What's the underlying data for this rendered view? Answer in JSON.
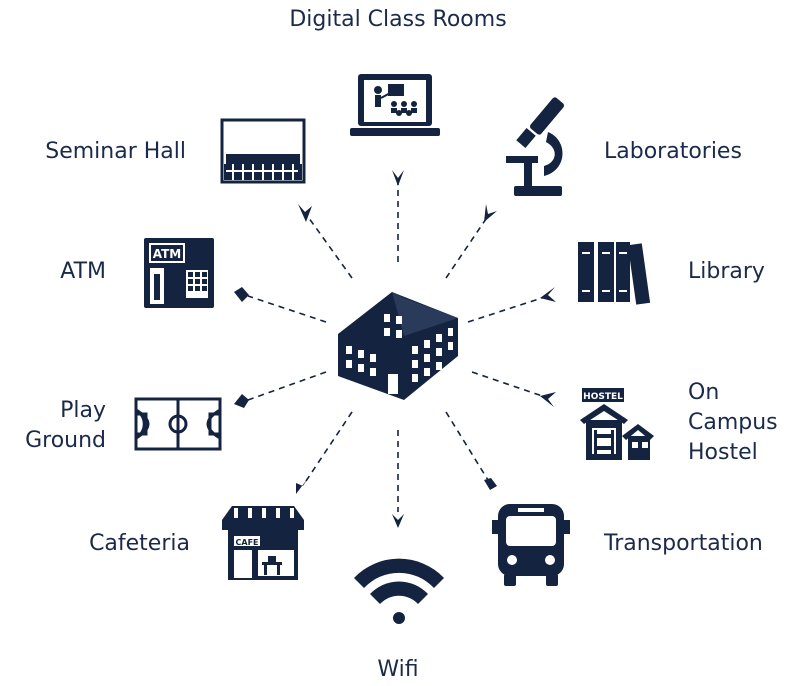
{
  "center": {
    "icon": "campus-building-icon"
  },
  "facilities": [
    {
      "id": "digital",
      "label": "Digital Class Rooms",
      "icon": "presentation-laptop-icon"
    },
    {
      "id": "labs",
      "label": "Laboratories",
      "icon": "microscope-icon"
    },
    {
      "id": "library",
      "label": "Library",
      "icon": "books-icon"
    },
    {
      "id": "hostel",
      "label": "On\nCampus\nHostel",
      "icon": "hostel-icon"
    },
    {
      "id": "transport",
      "label": "Transportation",
      "icon": "bus-icon"
    },
    {
      "id": "wifi",
      "label": "Wifi",
      "icon": "wifi-icon"
    },
    {
      "id": "cafeteria",
      "label": "Cafeteria",
      "icon": "cafe-icon"
    },
    {
      "id": "playground",
      "label": "Play\nGround",
      "icon": "playground-court-icon"
    },
    {
      "id": "atm",
      "label": "ATM",
      "icon": "atm-icon"
    },
    {
      "id": "seminar",
      "label": "Seminar Hall",
      "icon": "seminar-hall-icon"
    }
  ],
  "icon_text": {
    "atm": "ATM",
    "hostel": "HOSTEL",
    "cafe": "CAFE"
  },
  "colors": {
    "ink": "#14233f",
    "text": "#1b2a4a",
    "background": "#ffffff"
  }
}
